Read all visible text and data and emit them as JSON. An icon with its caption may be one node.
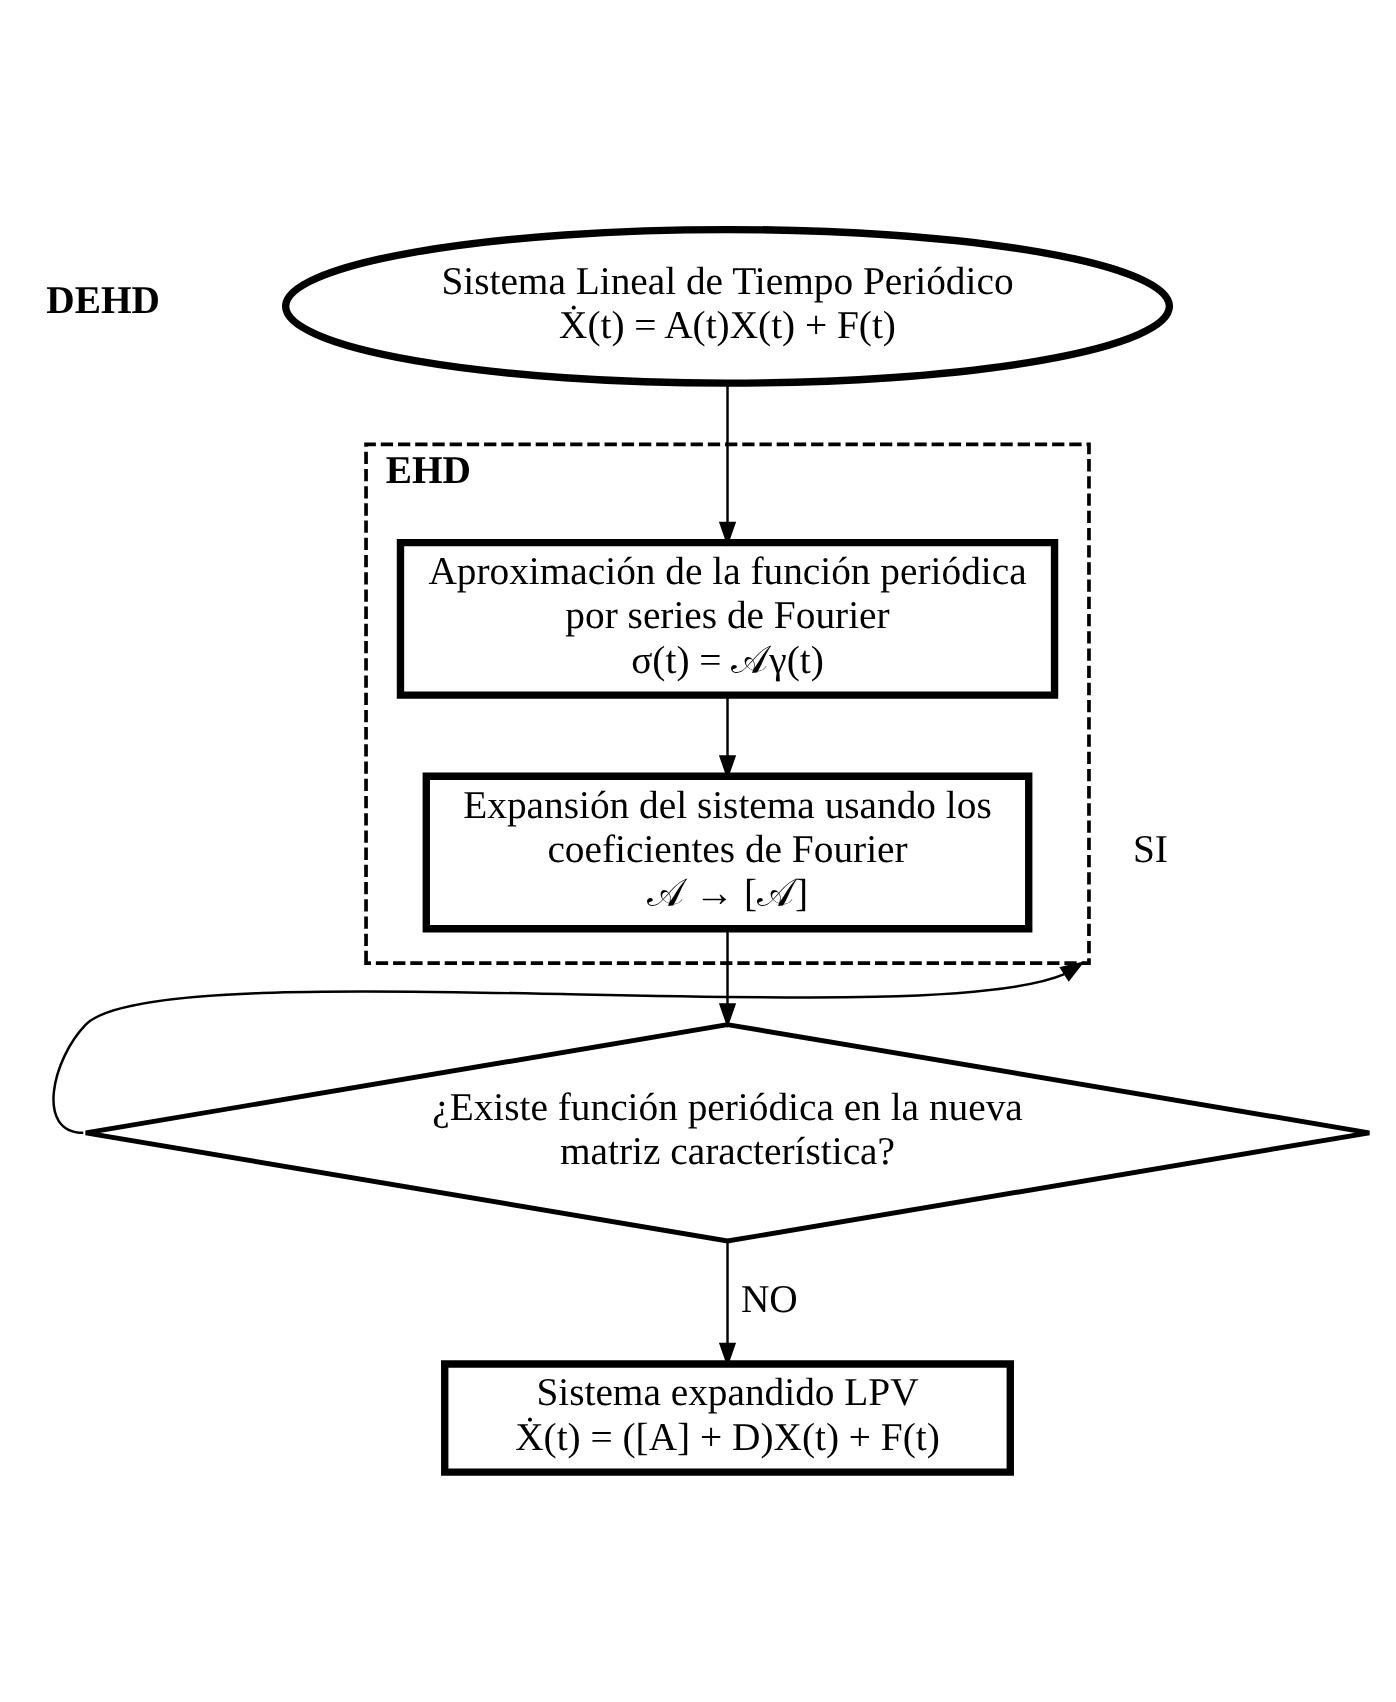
{
  "diagram": {
    "nodes": [
      {
        "text": [
          "Sistema Lineal de Tiempo Periódico",
          "Ẋ(t) = A(t)X(t) + F(t)"
        ]
      },
      {
        "text": [
          "EHD"
        ]
      },
      {
        "text": [
          "Aproximación de la función periódica por series de Fourier",
          "σ(t) = 𝒜γ(t)"
        ],
        "in": 1
      },
      {
        "text": [
          "Expansión del sistema usando los coeficientes de Fourier",
          "𝒜 → [𝒜]"
        ],
        "in": 1
      },
      {
        "text": [
          "¿Existe función periódica en la nueva matriz característica?"
        ]
      },
      {
        "text": [
          "Sistema expandido LPV",
          "Ẋ(t) = ([A] + D)X(t) + F(t)"
        ]
      }
    ],
    "edges": [
      {
        "from": 0,
        "to": 2,
        "arrow": "to"
      },
      {
        "from": 2,
        "to": 3,
        "arrow": "to"
      },
      {
        "from": 3,
        "to": 4,
        "arrow": "to"
      },
      {
        "from": 4,
        "to": 1,
        "arrow": "to",
        "label": "SI"
      },
      {
        "from": 4,
        "to": 5,
        "arrow": "to",
        "label": "NO"
      }
    ],
    "labels": [
      "DEHD"
    ]
  }
}
